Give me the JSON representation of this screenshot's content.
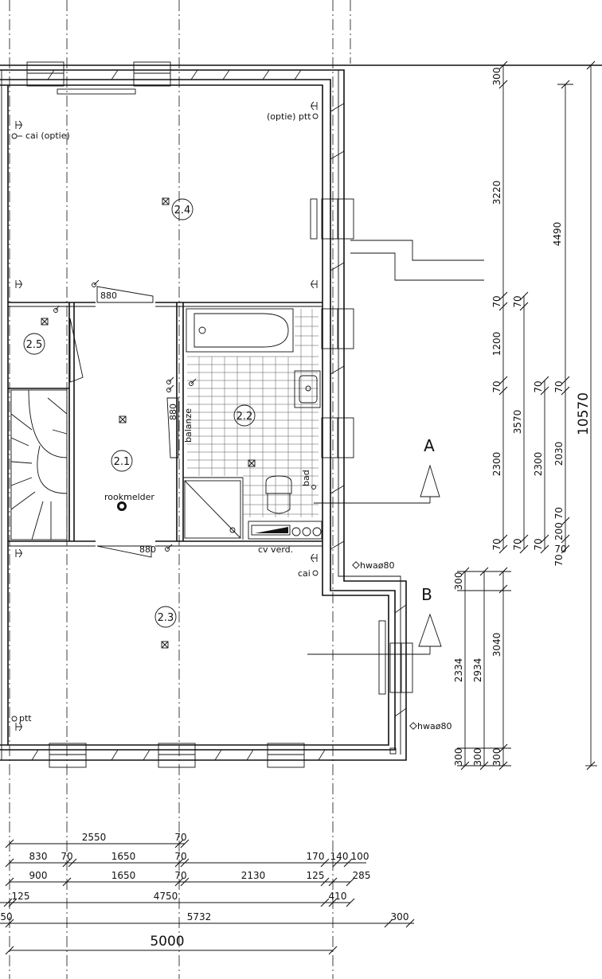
{
  "rooms": {
    "r24": "2.4",
    "r25": "2.5",
    "r21": "2.1",
    "r22": "2.2",
    "r23": "2.3"
  },
  "labels": {
    "cai_optie": "cai (optie)",
    "optie_ptt": "(optie) ptt",
    "rookmelder": "rookmelder",
    "cv_verd": "cv verd.",
    "cai": "cai",
    "ptt": "ptt",
    "hwa_top": "hwaø80",
    "hwa_bottom": "hwaø80",
    "bad": "bad",
    "balanz": "balanze",
    "door_top": "880",
    "door_left": "880",
    "door_bottom": "880"
  },
  "sections": {
    "a": "A",
    "b": "B"
  },
  "dims_right": {
    "d300a": "300",
    "d3220": "3220",
    "d70a": "70",
    "d1200": "1200",
    "d70b": "70",
    "d2300": "2300",
    "d70c": "70",
    "d4490": "4490",
    "d70d": "70",
    "d3570": "3570",
    "d70e": "70",
    "d70f": "70",
    "d2300b": "2300",
    "d70g": "70",
    "d70h": "70",
    "d70i": "70",
    "d2030": "2030",
    "d200_70": "200 70",
    "d70j": "70",
    "d10570": "10570",
    "d300b": "300",
    "d3040": "3040",
    "d300c": "300",
    "d2334": "2334",
    "d2934": "2934",
    "d300d": "300",
    "d300e": "300"
  },
  "dims_bottom": {
    "row1": [
      "2550",
      "70"
    ],
    "row2": [
      "830",
      "70",
      "1650",
      "70",
      "170",
      "140",
      "100"
    ],
    "row3": [
      "900",
      "1650",
      "70",
      "2130",
      "125",
      "285"
    ],
    "row4": [
      "125",
      "4750",
      "410"
    ],
    "row5": [
      "50",
      "5732",
      "300"
    ],
    "row6": [
      "5000"
    ]
  }
}
